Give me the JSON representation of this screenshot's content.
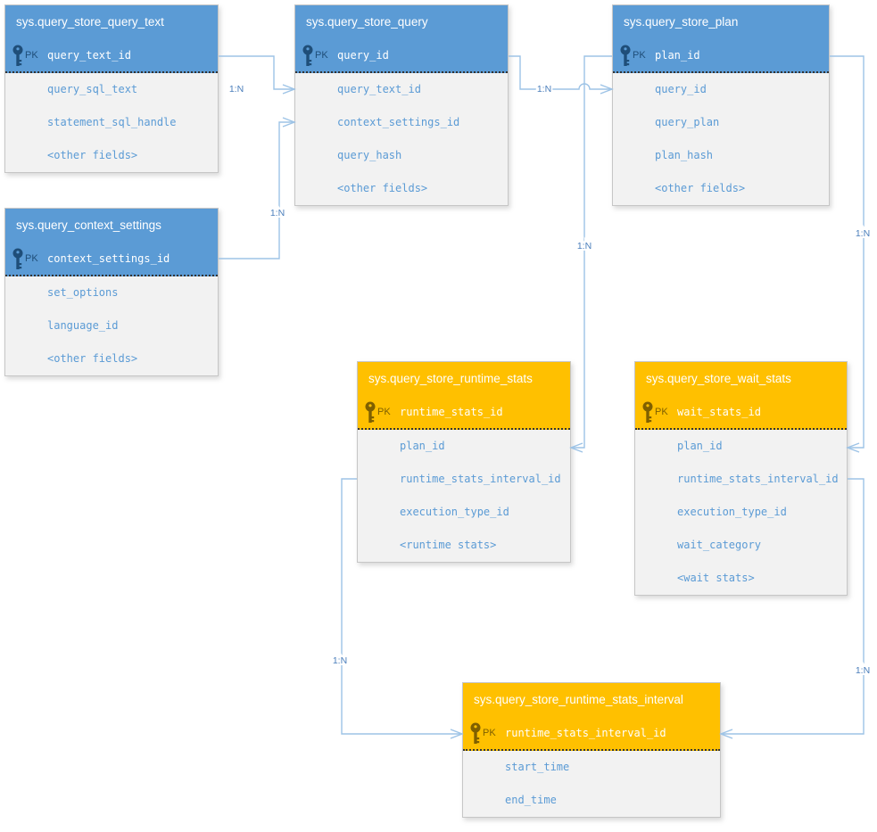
{
  "colors": {
    "blue_header": "#5B9BD5",
    "blue_dark": "#1F4E79",
    "orange_header": "#FFC000",
    "orange_dark": "#7F6000",
    "body_bg": "#F2F2F2",
    "field_text": "#5B9BD5",
    "connector": "#9DC3E6",
    "label_text": "#4A7EBB"
  },
  "tables": [
    {
      "title": "sys.query_store_query_text",
      "theme": "blue",
      "pk_label": "PK",
      "pk_field": "query_text_id",
      "fields": [
        "query_sql_text",
        "statement_sql_handle",
        "<other fields>"
      ]
    },
    {
      "title": "sys.query_store_query",
      "theme": "blue",
      "pk_label": "PK",
      "pk_field": "query_id",
      "fields": [
        "query_text_id",
        "context_settings_id",
        "query_hash",
        "<other fields>"
      ]
    },
    {
      "title": "sys.query_store_plan",
      "theme": "blue",
      "pk_label": "PK",
      "pk_field": "plan_id",
      "fields": [
        "query_id",
        "query_plan",
        "plan_hash",
        "<other fields>"
      ]
    },
    {
      "title": "sys.query_context_settings",
      "theme": "blue",
      "pk_label": "PK",
      "pk_field": "context_settings_id",
      "fields": [
        "set_options",
        "language_id",
        "<other fields>"
      ]
    },
    {
      "title": "sys.query_store_runtime_stats",
      "theme": "orange",
      "pk_label": "PK",
      "pk_field": "runtime_stats_id",
      "fields": [
        "plan_id",
        "runtime_stats_interval_id",
        "execution_type_id",
        "<runtime stats>"
      ]
    },
    {
      "title": "sys.query_store_wait_stats",
      "theme": "orange",
      "pk_label": "PK",
      "pk_field": "wait_stats_id",
      "fields": [
        "plan_id",
        "runtime_stats_interval_id",
        "execution_type_id",
        "wait_category",
        "<wait stats>"
      ]
    },
    {
      "title": "sys.query_store_runtime_stats_interval",
      "theme": "orange",
      "pk_label": "PK",
      "pk_field": "runtime_stats_interval_id",
      "fields": [
        "start_time",
        "end_time"
      ]
    }
  ],
  "connections": [
    {
      "label": "1:N",
      "from": "sys.query_store_query_text.query_text_id",
      "to": "sys.query_store_query.query_text_id"
    },
    {
      "label": "1:N",
      "from": "sys.query_context_settings.context_settings_id",
      "to": "sys.query_store_query.context_settings_id"
    },
    {
      "label": "1:N",
      "from": "sys.query_store_query.query_id",
      "to": "sys.query_store_plan.query_id"
    },
    {
      "label": "1:N",
      "from": "sys.query_store_plan.plan_id",
      "to": "sys.query_store_runtime_stats.plan_id"
    },
    {
      "label": "1:N",
      "from": "sys.query_store_plan.plan_id",
      "to": "sys.query_store_wait_stats.plan_id"
    },
    {
      "label": "1:N",
      "from": "sys.query_store_runtime_stats.runtime_stats_interval_id",
      "to": "sys.query_store_runtime_stats_interval.runtime_stats_interval_id"
    },
    {
      "label": "1:N",
      "from": "sys.query_store_wait_stats.runtime_stats_interval_id",
      "to": "sys.query_store_runtime_stats_interval.runtime_stats_interval_id"
    }
  ]
}
